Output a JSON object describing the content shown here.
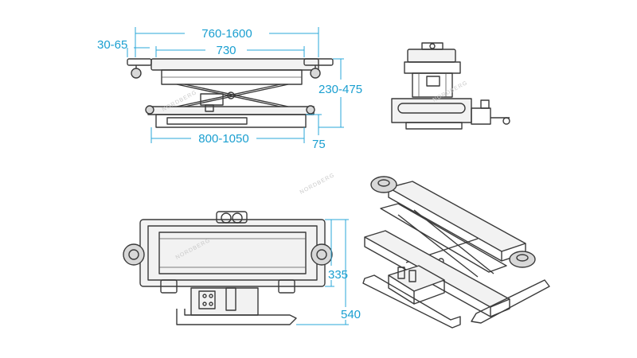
{
  "dimensions": {
    "side_view": {
      "pad_offset": "30-65",
      "outer_span": "760-1600",
      "platform_length": "730",
      "height_range": "230-475",
      "base_length": "800-1050",
      "base_height": "75"
    },
    "top_view": {
      "inner_width": "335",
      "overall_width": "540"
    }
  },
  "watermark": "NORDBERG",
  "colors": {
    "dimension": "#1a9fd0",
    "ink": "#3a3a3a",
    "background": "#ffffff"
  }
}
